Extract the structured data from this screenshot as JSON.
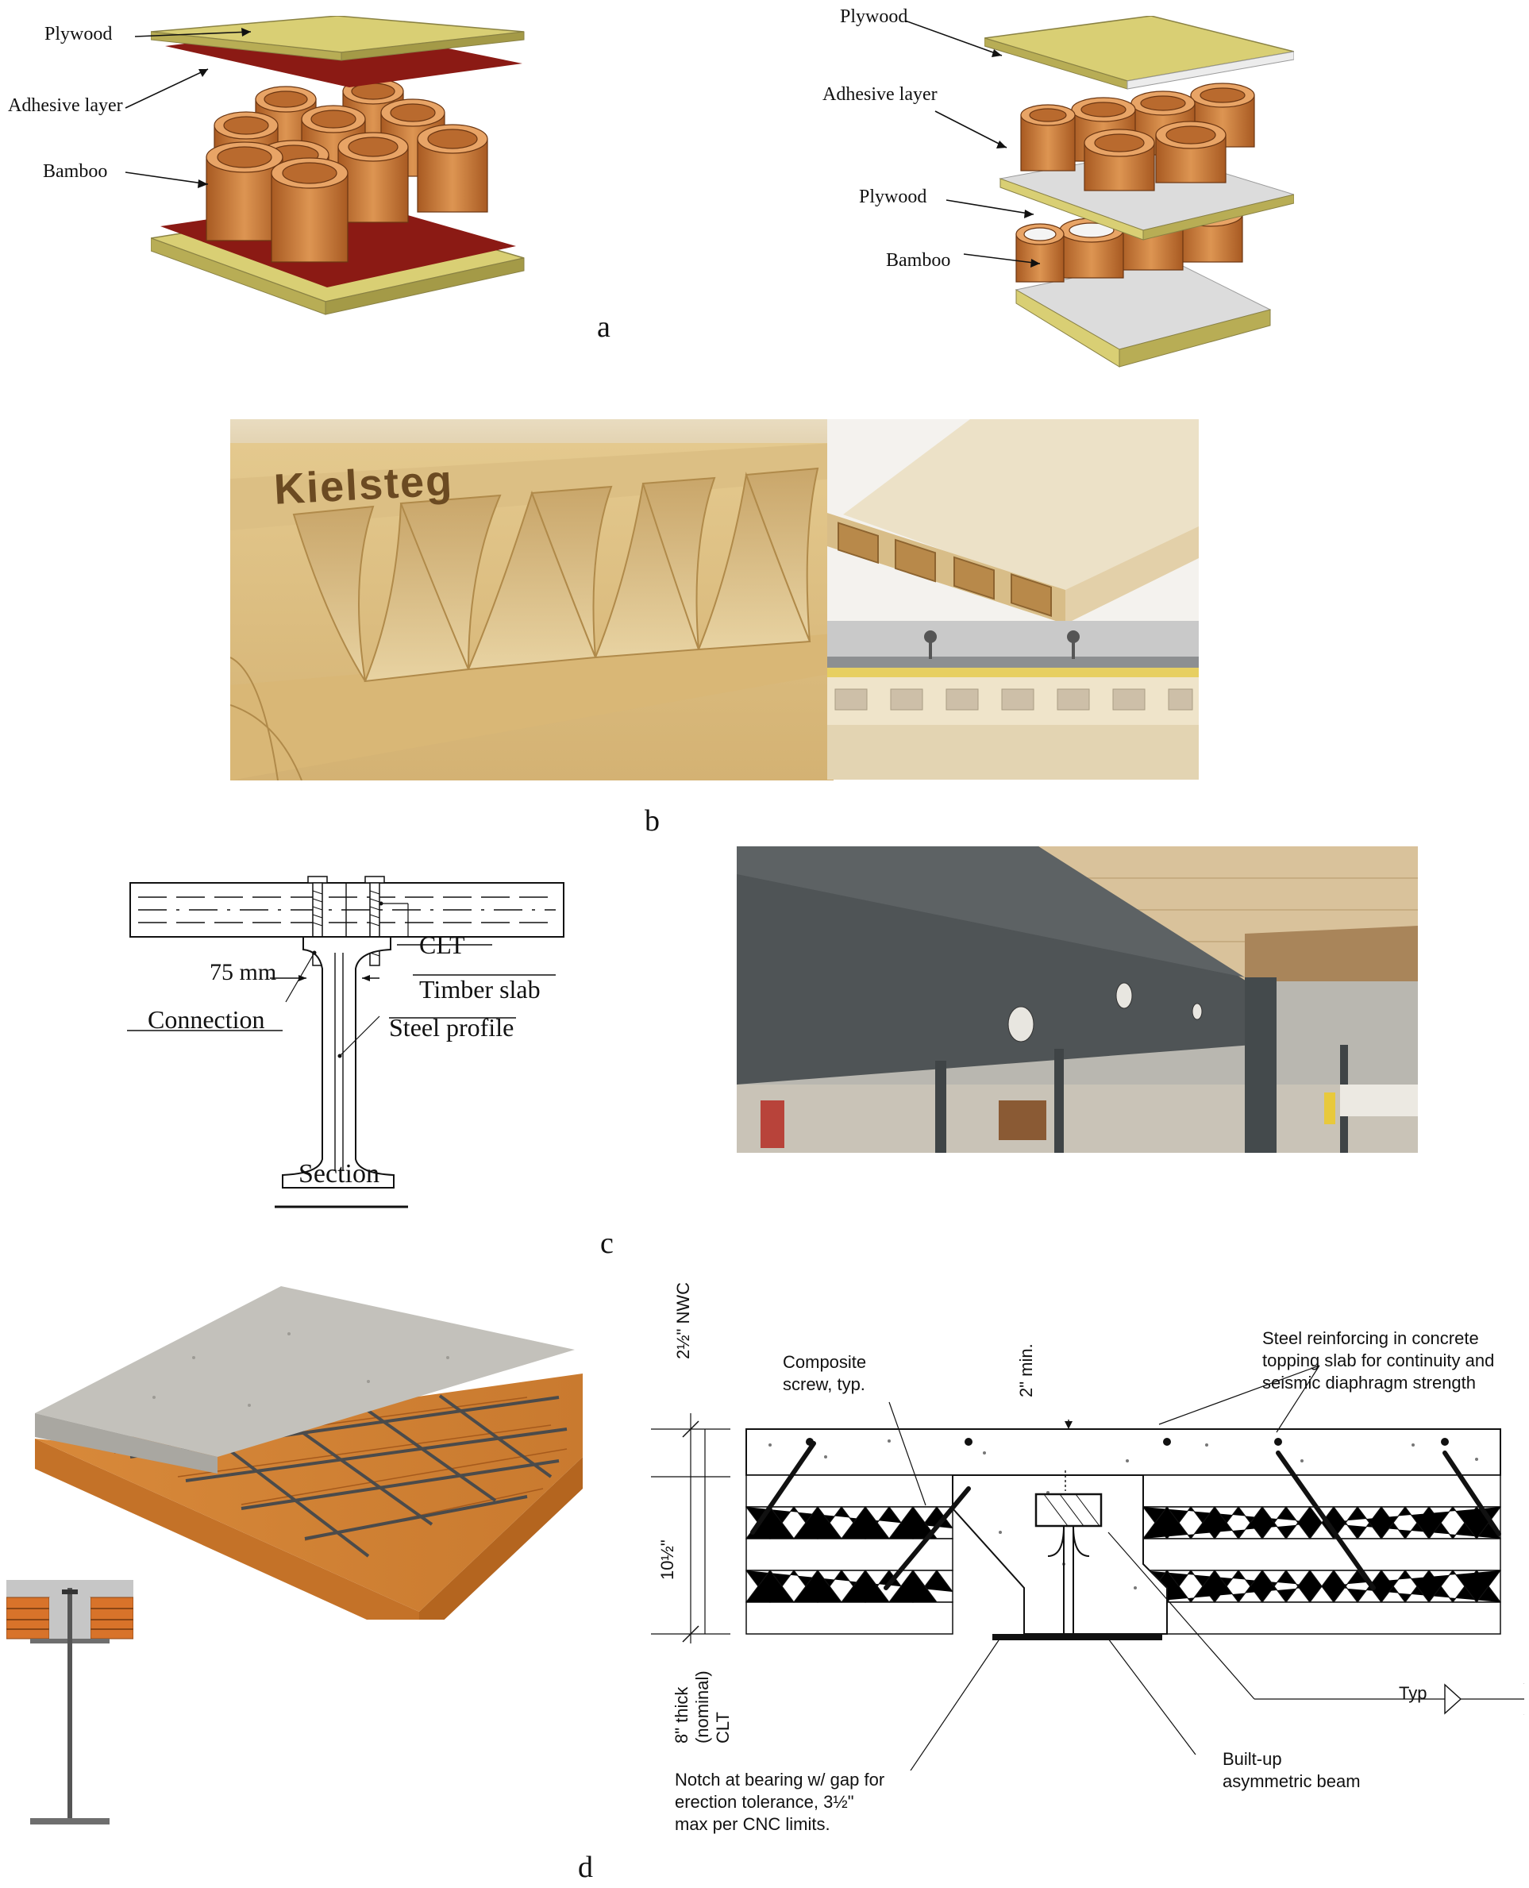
{
  "panel_a": {
    "letter": "a",
    "left": {
      "plywood": "Plywood",
      "adhesive": "Adhesive layer",
      "bamboo": "Bamboo"
    },
    "right": {
      "plywood_top": "Plywood",
      "adhesive": "Adhesive layer",
      "plywood_mid": "Plywood",
      "bamboo": "Bamboo"
    }
  },
  "panel_b": {
    "letter": "b",
    "brand": "Kielsteg"
  },
  "panel_c": {
    "letter": "c",
    "dimension": "75 mm",
    "clt": "CLT",
    "timber_slab": "Timber slab",
    "connection": "Connection",
    "steel_profile": "Steel profile",
    "section": "Section"
  },
  "panel_d": {
    "letter": "d",
    "nwc": "2½\" NWC",
    "two_min": "2\" min.",
    "ten_half": "10½\"",
    "clt_thick": "8\" thick (nominal) CLT",
    "composite_screw": [
      "Composite",
      "screw, typ."
    ],
    "steel_reinforcing": [
      "Steel reinforcing in concrete",
      "topping slab for continuity and",
      "seismic diaphragm strength"
    ],
    "typ": "Typ",
    "built_up": [
      "Built-up",
      "asymmetric beam"
    ],
    "notch": [
      "Notch at bearing w/ gap for",
      "erection tolerance, 3½\"",
      "max per CNC limits."
    ]
  },
  "colors": {
    "plywood": "#d9cf74",
    "adhesive": "#8b1a14",
    "bamboo": "#c97a3a",
    "grey_plate": "#d8d8d8",
    "steel": "#55595c",
    "concrete": "#b9b7b1",
    "clt": "#d38a3e"
  }
}
